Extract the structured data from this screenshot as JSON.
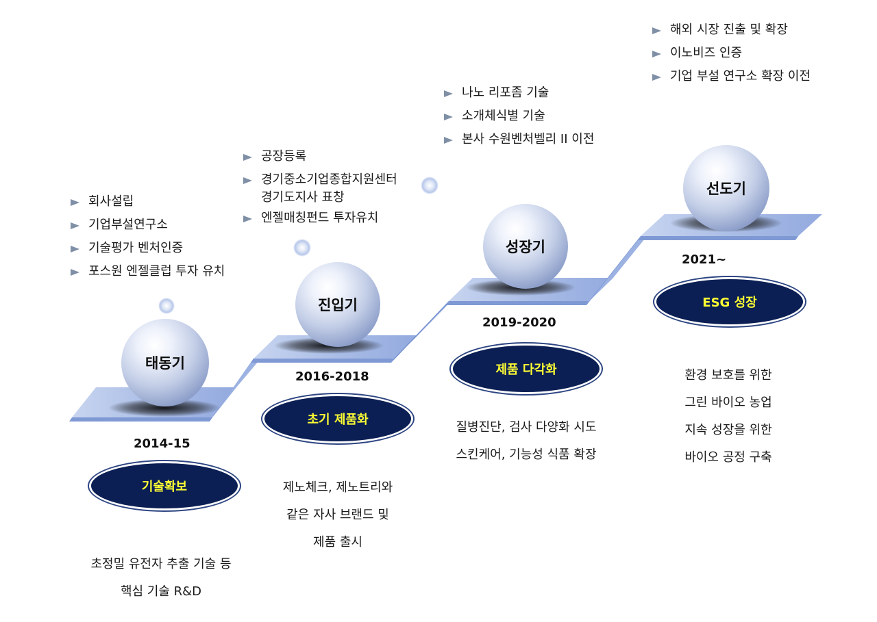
{
  "stages": [
    {
      "name": "태동기",
      "year": "2014-15",
      "phase": "기술확보",
      "bullets": [
        "회사설립",
        "기업부설연구소",
        "기술평가 벤처인증",
        "포스원 엔젤클럽 투자 유치"
      ],
      "description": "초정밀 유전자 추출 기술 등\n핵심 기술 R&D"
    },
    {
      "name": "진입기",
      "year": "2016-2018",
      "phase": "초기 제품화",
      "bullets": [
        "공장등록",
        "경기중소기업종합지원센터\n경기도지사 표창",
        "엔젤매칭펀드 투자유치"
      ],
      "description": "제노체크, 제노트리와\n같은 자사 브랜드 및\n제품 출시"
    },
    {
      "name": "성장기",
      "year": "2019-2020",
      "phase": "제품 다각화",
      "bullets": [
        "나노 리포좀 기술",
        "소개체식별 기술",
        "본사 수원벤처벨리 II  이전"
      ],
      "description": "질병진단, 검사 다양화 시도\n스킨케어, 기능성 식품 확장"
    },
    {
      "name": "선도기",
      "year": "2021~",
      "phase": "ESG 성장",
      "bullets": [
        "해외 시장 진출 및 확장",
        "이노비즈 인증",
        "기업 부설 연구소 확장 이전"
      ],
      "description": "환경 보호를 위한\n그린 바이오 농업\n지속 성장을 위한\n바이오 공정 구축"
    }
  ],
  "colors": {
    "ribbon_top": "#aabde6",
    "ribbon_side": "#7f99d4",
    "oval_fill": "#0b1f54",
    "oval_text": "#ffff33",
    "bullet_arrow": "#7f8fa6"
  }
}
